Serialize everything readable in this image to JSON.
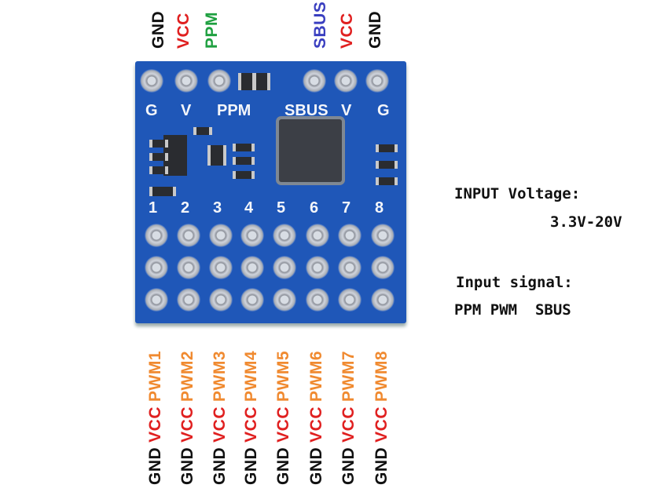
{
  "top_labels": [
    {
      "text": "GND",
      "cls": "gnd"
    },
    {
      "text": "VCC",
      "cls": "vcc"
    },
    {
      "text": "PPM",
      "cls": "ppm"
    },
    {
      "text": "SBUS",
      "cls": "sbus"
    },
    {
      "text": "VCC",
      "cls": "vcc"
    },
    {
      "text": "GND",
      "cls": "gnd"
    }
  ],
  "silk": {
    "g1": "G",
    "v1": "V",
    "ppm": "PPM",
    "sbus": "SBUS",
    "v2": "V",
    "g2": "G",
    "channels": [
      "1",
      "2",
      "3",
      "4",
      "5",
      "6",
      "7",
      "8"
    ]
  },
  "bottom_labels": {
    "gnd": "GND",
    "vcc": "VCC",
    "pwm": [
      "PWM1",
      "PWM2",
      "PWM3",
      "PWM4",
      "PWM5",
      "PWM6",
      "PWM7",
      "PWM8"
    ]
  },
  "notes": {
    "voltage_title": "INPUT Voltage:",
    "voltage_value": "3.3V-20V",
    "signal_title": "Input signal:",
    "signal_value": "PPM PWM  SBUS"
  },
  "colors": {
    "board": "#1f57b8",
    "gnd": "#111111",
    "vcc": "#e02020",
    "ppm": "#1fa040",
    "sbus": "#3a3fc0",
    "pwm": "#f08a30"
  }
}
